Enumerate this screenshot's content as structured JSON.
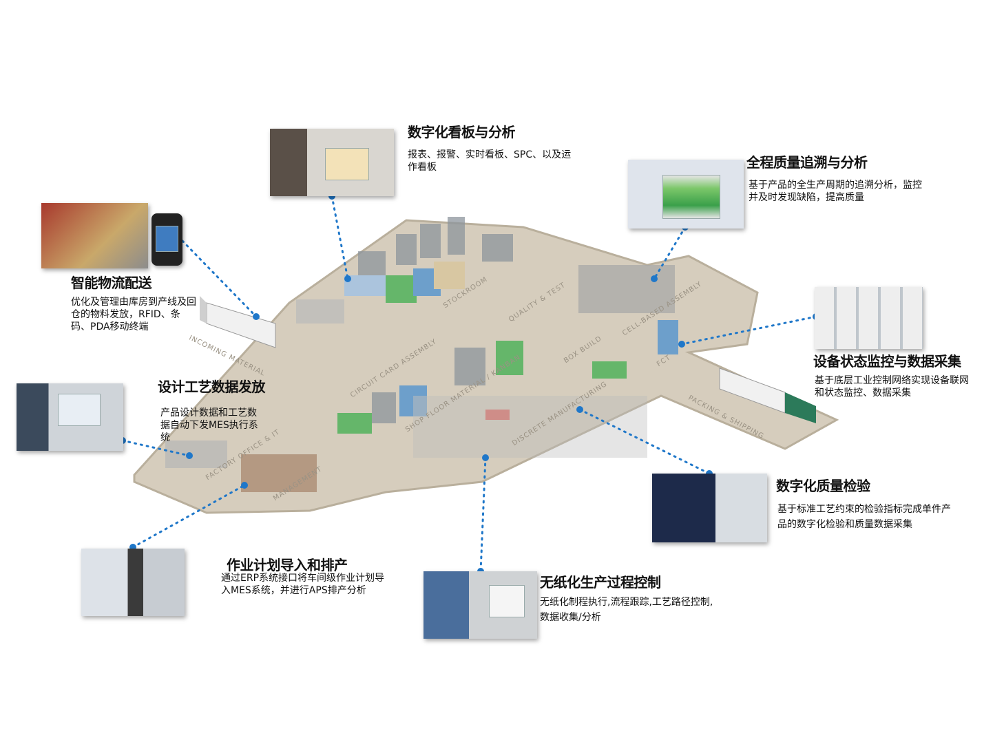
{
  "callouts": [
    {
      "id": "dashboard",
      "title": "数字化看板与分析",
      "desc": "报表、报警、实时看板、SPC、以及运作看板"
    },
    {
      "id": "quality-trace",
      "title": "全程质量追溯与分析",
      "desc": "基于产品的全生产周期的追溯分析，监控并及时发现缺陷，提高质量"
    },
    {
      "id": "logistics",
      "title": "智能物流配送",
      "desc": "优化及管理由库房到产线及回仓的物料发放，RFID、条码、PDA移动终端"
    },
    {
      "id": "design-data",
      "title": "设计工艺数据发放",
      "desc": "产品设计数据和工艺数据自动下发MES执行系统"
    },
    {
      "id": "equipment",
      "title": "设备状态监控与数据采集",
      "desc": "基于底层工业控制网络实现设备联网和状态监控、数据采集"
    },
    {
      "id": "inspection",
      "title": "数字化质量检验",
      "desc": "基于标准工艺约束的检验指标完成单件产品的数字化检验和质量数据采集"
    },
    {
      "id": "scheduling",
      "title": "作业计划导入和排产",
      "desc": "通过ERP系统接口将车间级作业计划导入MES系统，并进行APS排产分析"
    },
    {
      "id": "paperless",
      "title": "无纸化生产过程控制",
      "desc": "无纸化制程执行,流程跟踪,工艺路径控制, 数据收集/分析"
    }
  ],
  "zones": [
    "INCOMING MATERIAL",
    "CIRCUIT CARD ASSEMBLY",
    "STOCKROOM",
    "QUALITY & TEST",
    "CELL-BASED ASSEMBLY",
    "BOX BUILD",
    "FCT",
    "SHOP FLOOR MATERIAL / KANBAN",
    "DISCRETE MANUFACTURING",
    "PACKING & SHIPPING",
    "FACTORY OFFICE & IT",
    "MANAGEMENT"
  ],
  "colors": {
    "floor": "#d6cdbd",
    "floor_edge": "#b5ab98",
    "connector": "#1f77c9"
  }
}
